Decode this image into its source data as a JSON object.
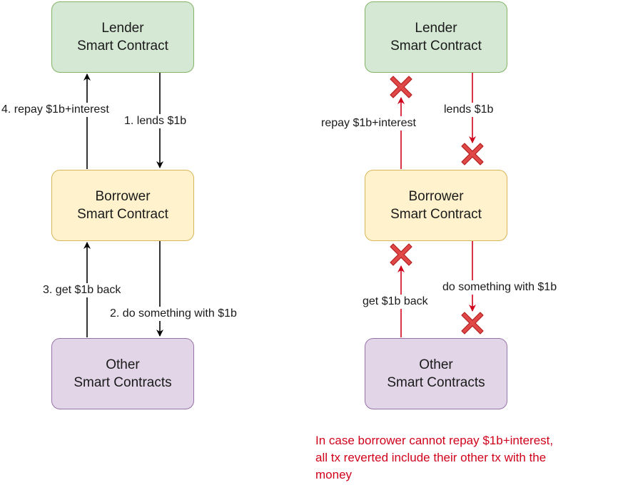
{
  "boxes": {
    "lender_line1": "Lender",
    "lender_line2": "Smart Contract",
    "borrower_line1": "Borrower",
    "borrower_line2": "Smart Contract",
    "other_line1": "Other",
    "other_line2": "Smart Contracts"
  },
  "left_edges": {
    "repay": "4. repay $1b+interest",
    "lends": "1. lends $1b",
    "get_back": "3. get $1b back",
    "do_something": "2. do something with $1b"
  },
  "right_edges": {
    "repay": "repay $1b+interest",
    "lends": "lends $1b",
    "get_back": "get $1b back",
    "do_something": "do something with $1b"
  },
  "note": {
    "line1": "In case  borrower cannot repay $1b+interest,",
    "line2": "all tx reverted include their other tx with the",
    "line3": "money"
  },
  "colors": {
    "lender_fill": "#d5e8d4",
    "borrower_fill": "#fff2cc",
    "other_fill": "#e1d5e7",
    "failed_arrow": "#d0021b",
    "cross": "#e04848"
  },
  "icons": [
    "arrow-icon",
    "cross-icon"
  ]
}
